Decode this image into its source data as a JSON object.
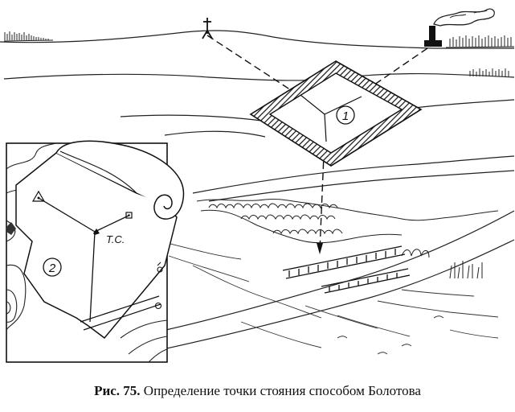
{
  "caption": {
    "lead": "Рис. 75.",
    "text": "Определение точки стояния способом Болотова"
  },
  "labels": {
    "tracing_number": "1",
    "map_number": "2",
    "station_point": "Т.С."
  },
  "colors": {
    "ink": "#1a1a1a",
    "paper": "#ffffff"
  }
}
